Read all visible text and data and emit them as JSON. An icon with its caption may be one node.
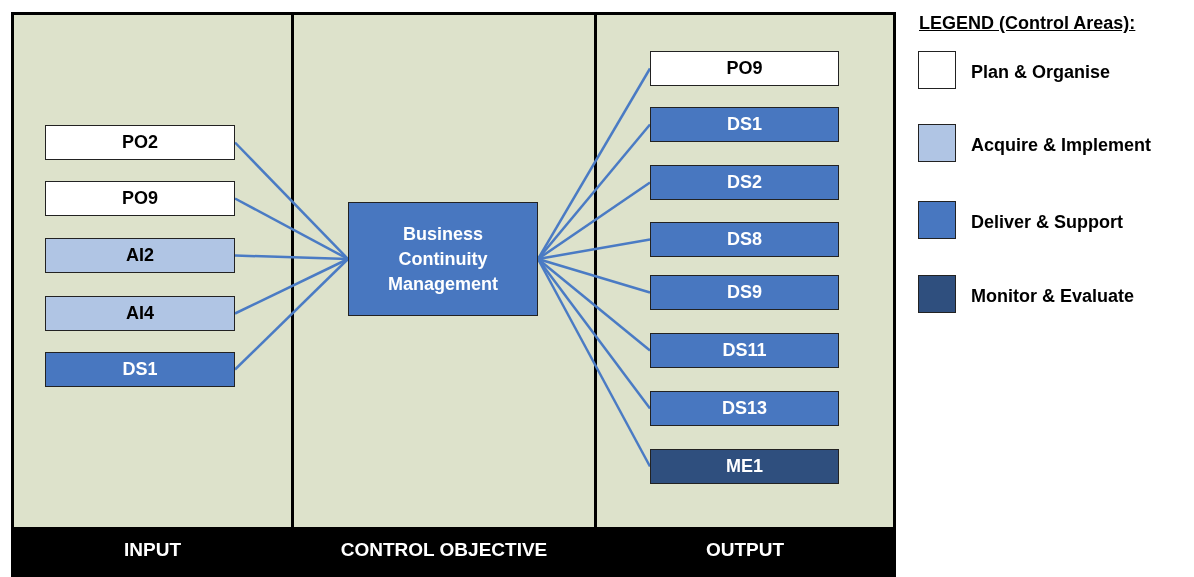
{
  "diagram": {
    "nodes": [
      {
        "text": [
          "INPUT"
        ]
      },
      {
        "text": [
          "CONTROL OBJECTIVE"
        ]
      },
      {
        "text": [
          "OUTPUT"
        ]
      },
      {
        "text": [
          "PO2"
        ],
        "in": 0
      },
      {
        "text": [
          "PO9"
        ],
        "in": 0
      },
      {
        "text": [
          "AI2"
        ],
        "in": 0
      },
      {
        "text": [
          "AI4"
        ],
        "in": 0
      },
      {
        "text": [
          "DS1"
        ],
        "in": 0
      },
      {
        "text": [
          "Business Continuity Management"
        ],
        "in": 1
      },
      {
        "text": [
          "PO9"
        ],
        "in": 2
      },
      {
        "text": [
          "DS1"
        ],
        "in": 2
      },
      {
        "text": [
          "DS2"
        ],
        "in": 2
      },
      {
        "text": [
          "DS8"
        ],
        "in": 2
      },
      {
        "text": [
          "DS9"
        ],
        "in": 2
      },
      {
        "text": [
          "DS11"
        ],
        "in": 2
      },
      {
        "text": [
          "DS13"
        ],
        "in": 2
      },
      {
        "text": [
          "ME1"
        ],
        "in": 2
      }
    ],
    "edges": [
      {
        "from": 3,
        "to": 8,
        "arrow": "none"
      },
      {
        "from": 4,
        "to": 8,
        "arrow": "none"
      },
      {
        "from": 5,
        "to": 8,
        "arrow": "none"
      },
      {
        "from": 6,
        "to": 8,
        "arrow": "none"
      },
      {
        "from": 7,
        "to": 8,
        "arrow": "none"
      },
      {
        "from": 8,
        "to": 9,
        "arrow": "none"
      },
      {
        "from": 8,
        "to": 10,
        "arrow": "none"
      },
      {
        "from": 8,
        "to": 11,
        "arrow": "none"
      },
      {
        "from": 8,
        "to": 12,
        "arrow": "none"
      },
      {
        "from": 8,
        "to": 13,
        "arrow": "none"
      },
      {
        "from": 8,
        "to": 14,
        "arrow": "none"
      },
      {
        "from": 8,
        "to": 15,
        "arrow": "none"
      },
      {
        "from": 8,
        "to": 16,
        "arrow": "none"
      }
    ],
    "labels": [
      "LEGEND (Control Areas):"
    ],
    "legend": [
      {
        "text": "Plan & Organise",
        "color": "#ffffff"
      },
      {
        "text": "Acquire & Implement",
        "color": "#b0c5e4"
      },
      {
        "text": "Deliver & Support",
        "color": "#4877c0"
      },
      {
        "text": "Monitor & Evaluate",
        "color": "#2f4f7e"
      }
    ]
  }
}
